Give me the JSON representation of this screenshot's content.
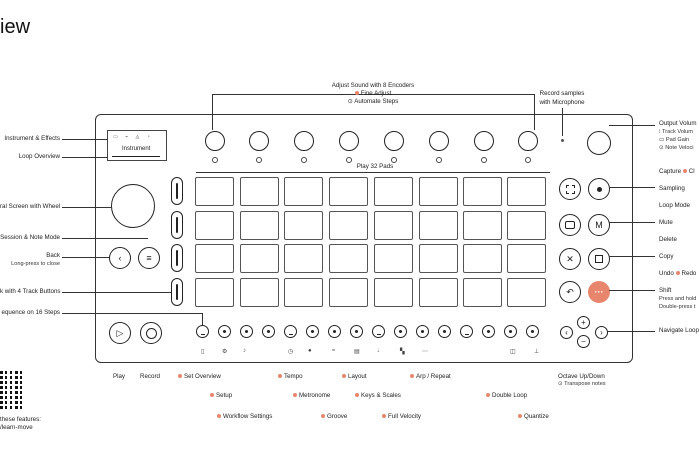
{
  "header": {
    "title": "iew"
  },
  "top": {
    "encoders": "Adjust Sound with 8 Encoders",
    "fine_adjust": "Fine Adjust",
    "automate": "Automate Steps",
    "record_samples": "Record samples",
    "with_microphone": "with Microphone",
    "play_pads": "Play 32 Pads"
  },
  "screen": {
    "text": "Instrument"
  },
  "left": {
    "instrument_effects": "Instrument & Effects",
    "loop_overview": "Loop Overview",
    "scroll_wheel": "ral Screen with Wheel",
    "session_note": "Session & Note Mode",
    "back": "Back",
    "back_sub": "Long-press to close",
    "track_buttons": "k with 4 Track Buttons",
    "sequence": "equence on 16 Steps",
    "play": "Play",
    "record": "Record",
    "features": "these features:",
    "features_url": "/learn-move"
  },
  "right": {
    "output_volume": "Output Volum",
    "track_volume": "Track Volum",
    "pad_gain": "Pad Gain",
    "note_velocity": "Note Veloci",
    "capture": "Capture",
    "capture_alt": "Cl",
    "sampling": "Sampling",
    "loop_mode": "Loop Mode",
    "mute": "Mute",
    "delete": "Delete",
    "copy": "Copy",
    "undo": "Undo",
    "redo": "Redo",
    "shift": "Shift",
    "shift_sub1": "Press and hold",
    "shift_sub2": "Double-press t",
    "navigate_loop": "Navigate Loop",
    "octave": "Octave Up/Down",
    "transpose": "Transpose notes"
  },
  "bottom": {
    "set_overview": "Set Overview",
    "setup": "Setup",
    "workflow_settings": "Workflow Settings",
    "tempo": "Tempo",
    "metronome": "Metronome",
    "groove": "Groove",
    "layout": "Layout",
    "keys_scales": "Keys & Scales",
    "full_velocity": "Full Velocity",
    "arp_repeat": "Arp / Repeat",
    "double_loop": "Double Loop",
    "quantize": "Quantize"
  },
  "buttons": {
    "back_glyph": "‹",
    "menu_glyph": "≡",
    "play_glyph": "▷",
    "mute_glyph": "M",
    "shift_glyph": "···",
    "up_glyph": "+",
    "down_glyph": "−",
    "left_glyph": "‹",
    "right_glyph": "›",
    "delete_glyph": "✕",
    "undo_glyph": "↶"
  },
  "colors": {
    "accent": "#e8866d",
    "line": "#333333"
  }
}
